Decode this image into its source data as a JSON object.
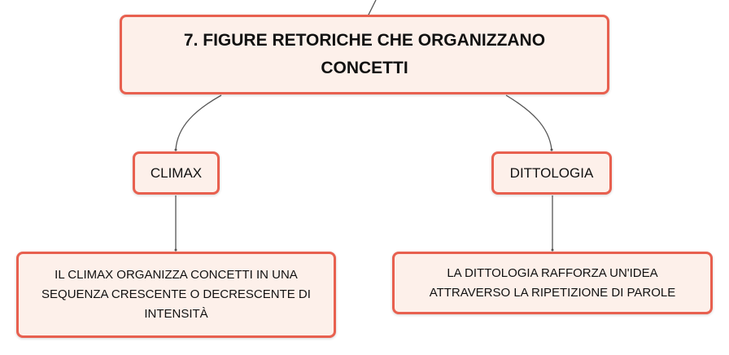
{
  "diagram": {
    "main_topic": "7. FIGURE RETORICHE CHE ORGANIZZANO CONCETTI",
    "branches": [
      {
        "label": "CLIMAX",
        "description": "IL CLIMAX ORGANIZZA CONCETTI IN UNA SEQUENZA CRESCENTE O DECRESCENTE DI INTENSITÀ"
      },
      {
        "label": "DITTOLOGIA",
        "description": "LA DITTOLOGIA RAFFORZA UN'IDEA ATTRAVERSO LA RIPETIZIONE DI PAROLE"
      }
    ]
  },
  "colors": {
    "node_border": "#e8604f",
    "node_fill": "#fdf0ea",
    "connector": "#555555"
  }
}
